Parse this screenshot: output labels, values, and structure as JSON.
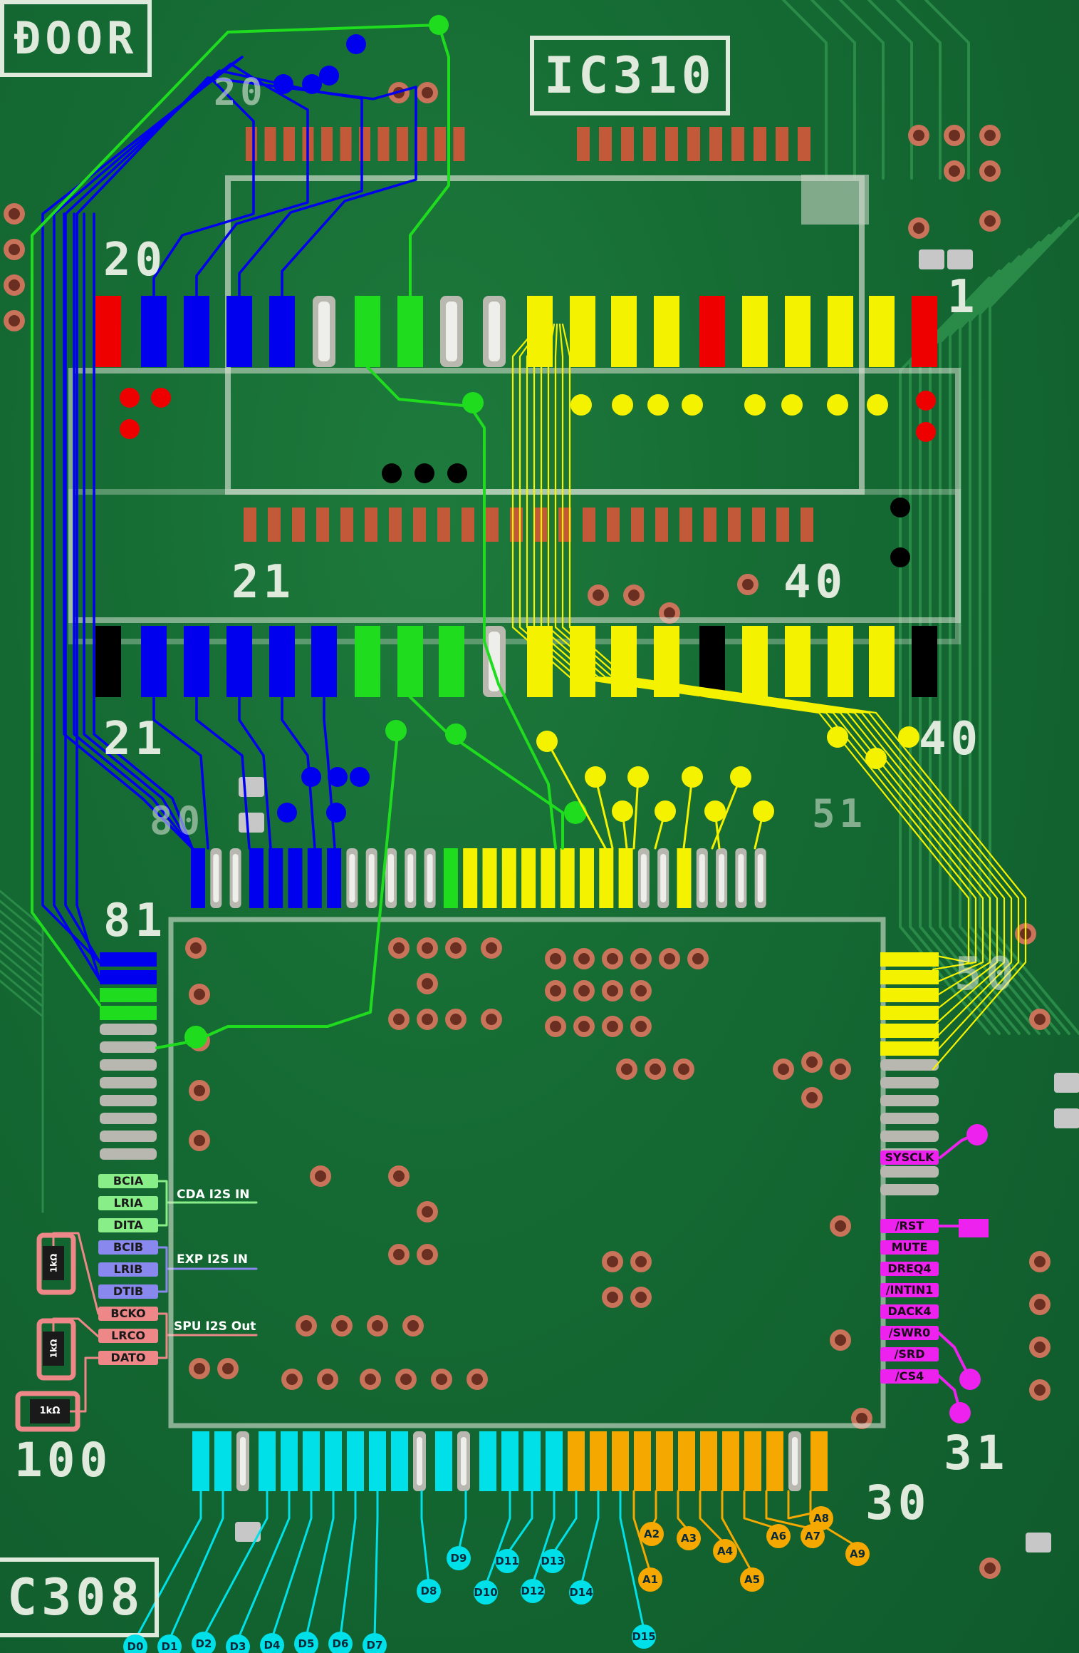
{
  "silkscreen": {
    "door": "ÐOOR",
    "ic310": "IC310",
    "ic308": "C308",
    "n20_top": "20",
    "n20": "20",
    "n1": "1",
    "n21_top": "21",
    "n40_top": "40",
    "n21": "21",
    "n40": "40",
    "n80": "80",
    "n51": "51",
    "n81": "81",
    "n50": "50",
    "n100": "100",
    "n31": "31",
    "n30": "30"
  },
  "colors": {
    "blue": "#0000ee",
    "green": "#1fdc1f",
    "yellow": "#f5f200",
    "red": "#ee0000",
    "cyan": "#00e0e8",
    "orange": "#f5a800",
    "magenta": "#ee22ee",
    "light_green": "#88ee88",
    "lavender": "#8888ee",
    "salmon": "#ee8888"
  },
  "left_signals": [
    {
      "name": "BCIA",
      "group": "cda"
    },
    {
      "name": "LRIA",
      "group": "cda"
    },
    {
      "name": "DITA",
      "group": "cda"
    },
    {
      "name": "BCIB",
      "group": "exp"
    },
    {
      "name": "LRIB",
      "group": "exp"
    },
    {
      "name": "DTIB",
      "group": "exp"
    },
    {
      "name": "BCKO",
      "group": "spu"
    },
    {
      "name": "LRCO",
      "group": "spu"
    },
    {
      "name": "DATO",
      "group": "spu"
    }
  ],
  "groups": {
    "cda": "CDA I2S IN",
    "exp": "EXP I2S IN",
    "spu": "SPU I2S Out"
  },
  "right_signals": [
    "SYSCLK",
    "/RST",
    "MUTE",
    "DREQ4",
    "/INTIN1",
    "DACK4",
    "/SWR0",
    "/SRD",
    "/CS4"
  ],
  "resistors": [
    "1kΩ",
    "1kΩ",
    "1kΩ"
  ],
  "data_pins": [
    "D0",
    "D1",
    "D2",
    "D3",
    "D4",
    "D5",
    "D6",
    "D7",
    "D8",
    "D9",
    "D10",
    "D11",
    "D12",
    "D13",
    "D14",
    "D15"
  ],
  "addr_pins": [
    "A1",
    "A2",
    "A3",
    "A4",
    "A5",
    "A6",
    "A7",
    "A8",
    "A9"
  ]
}
